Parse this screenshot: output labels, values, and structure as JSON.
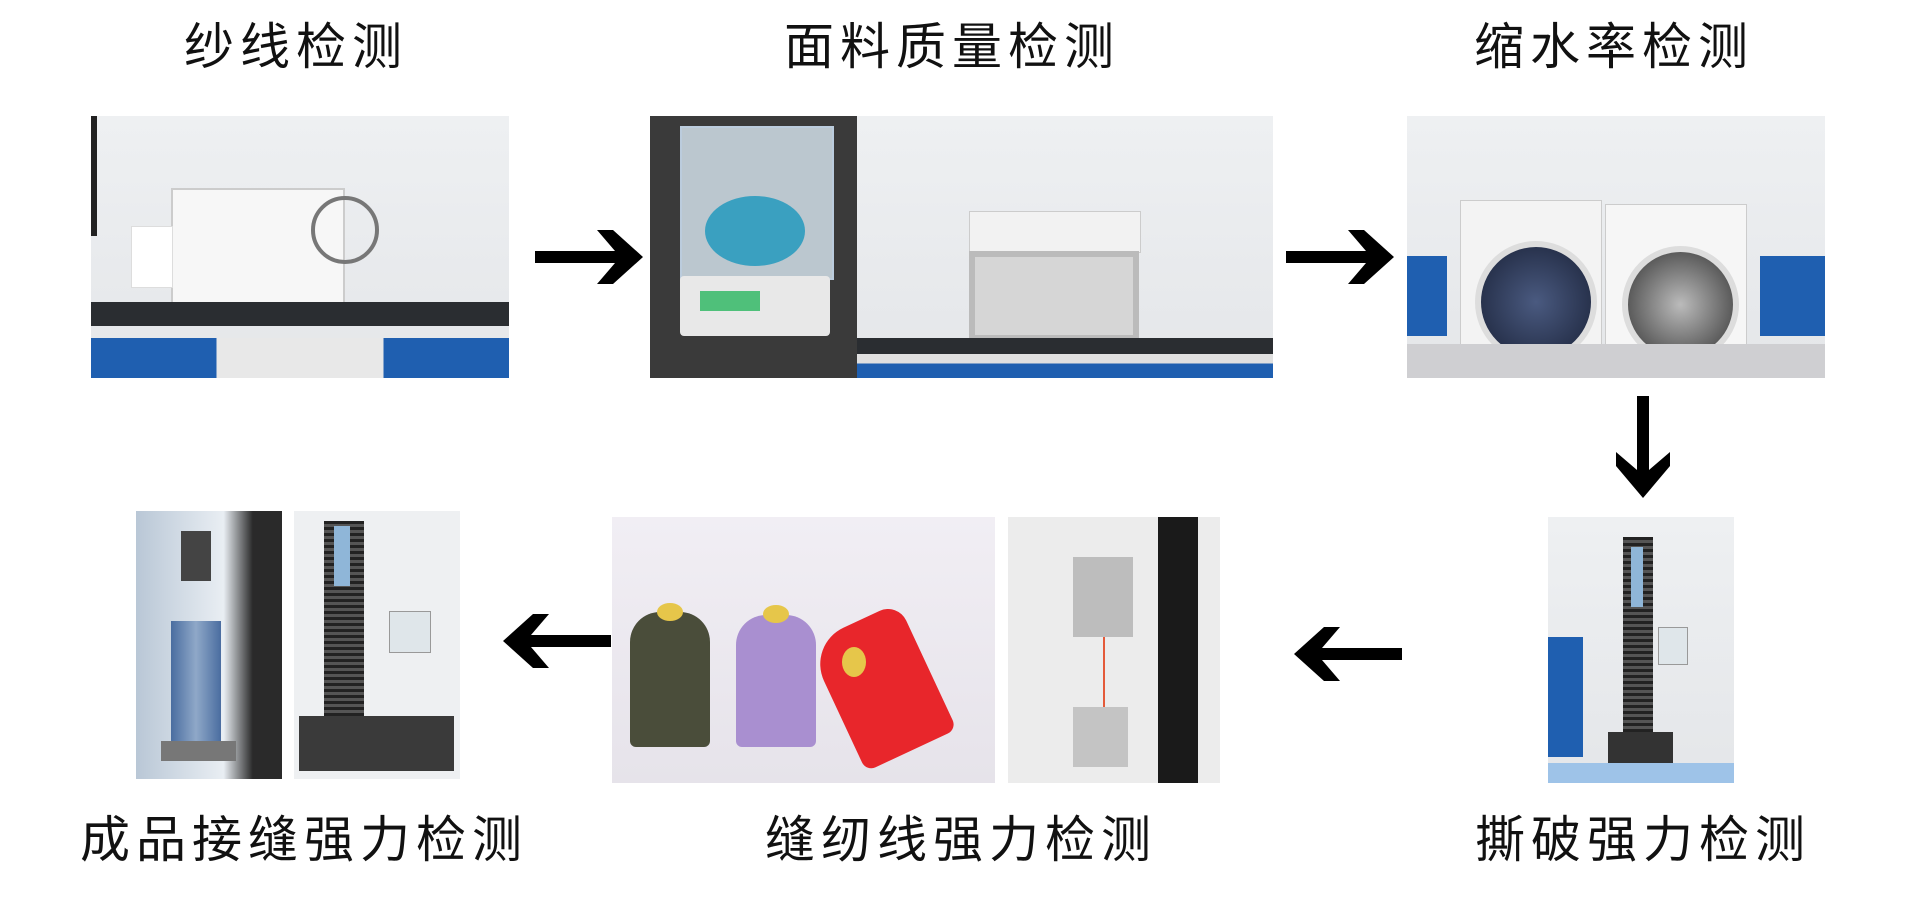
{
  "steps": [
    {
      "title": "纱线检测"
    },
    {
      "title": "面料质量检测"
    },
    {
      "title": "缩水率检测"
    },
    {
      "title": "撕破强力检测"
    },
    {
      "title": "缝纫线强力检测"
    },
    {
      "title": "成品接缝强力检测"
    }
  ],
  "colors": {
    "cabinet_blue": "#1f5fb0",
    "arrow": "#000000",
    "thread_dark": "#4a4d3a",
    "thread_purple": "#a98fd0",
    "thread_red": "#e8262b"
  }
}
